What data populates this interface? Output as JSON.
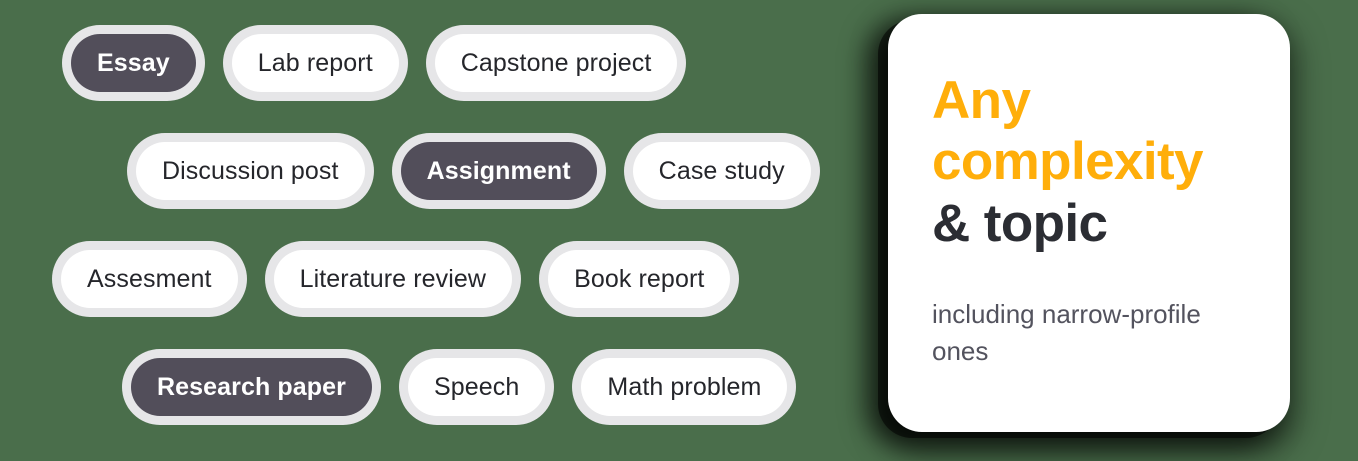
{
  "background_color": "#4a6e4b",
  "colors": {
    "chip_ring": "#e6e6e8",
    "chip_light_bg": "#ffffff",
    "chip_light_text": "#25262b",
    "chip_dark_bg": "#524e5a",
    "chip_dark_text": "#ffffff",
    "accent_orange": "#ffae0a",
    "card_bg": "#ffffff",
    "card_title_text": "#2b2d33",
    "card_sub_text": "#53535e"
  },
  "chip_rows": [
    {
      "chips": [
        {
          "label": "Essay",
          "selected": true
        },
        {
          "label": "Lab report",
          "selected": false
        },
        {
          "label": "Capstone project",
          "selected": false
        }
      ]
    },
    {
      "chips": [
        {
          "label": "Discussion post",
          "selected": false
        },
        {
          "label": "Assignment",
          "selected": true
        },
        {
          "label": "Case study",
          "selected": false
        }
      ]
    },
    {
      "chips": [
        {
          "label": "Assesment",
          "selected": false
        },
        {
          "label": "Literature review",
          "selected": false
        },
        {
          "label": "Book report",
          "selected": false
        }
      ]
    },
    {
      "chips": [
        {
          "label": "Research paper",
          "selected": true
        },
        {
          "label": "Speech",
          "selected": false
        },
        {
          "label": "Math problem",
          "selected": false
        }
      ]
    }
  ],
  "card": {
    "title_line_1": "Any",
    "title_line_2": "complexity",
    "title_line_3": "& topic",
    "subtitle": "including narrow-profile ones"
  }
}
